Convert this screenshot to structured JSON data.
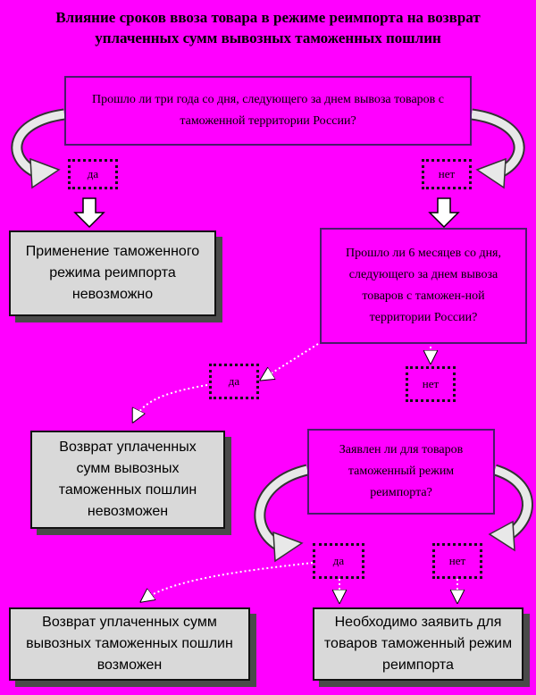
{
  "title": "Влияние сроков ввоза товара в режиме реимпорта на возврат уплаченных сумм вывозных таможенных пошлин",
  "question1": "Прошло ли три года со дня, следующего за днем вывоза товаров с таможенной территории России?",
  "q1_yes": "да",
  "q1_no": "нет",
  "result1": "Применение таможенного режима реимпорта невозможно",
  "question2": "Прошло ли 6 месяцев со дня, следующего за днем вывоза товаров с таможен-ной территории России?",
  "q2_yes": "да",
  "q2_no": "нет",
  "result2": "Возврат уплаченных сумм вывозных таможенных пошлин невозможен",
  "question3": "Заявлен ли для товаров таможенный режим реимпорта?",
  "q3_yes": "да",
  "q3_no": "нет",
  "result3": "Возврат уплаченных сумм вывозных таможенных пошлин возможен",
  "result4": "Необходимо заявить для товаров таможенный режим реимпорта",
  "colors": {
    "background": "#ff00ff",
    "result_fill": "#d9d9d9",
    "arrow_fill": "#ffffff"
  }
}
